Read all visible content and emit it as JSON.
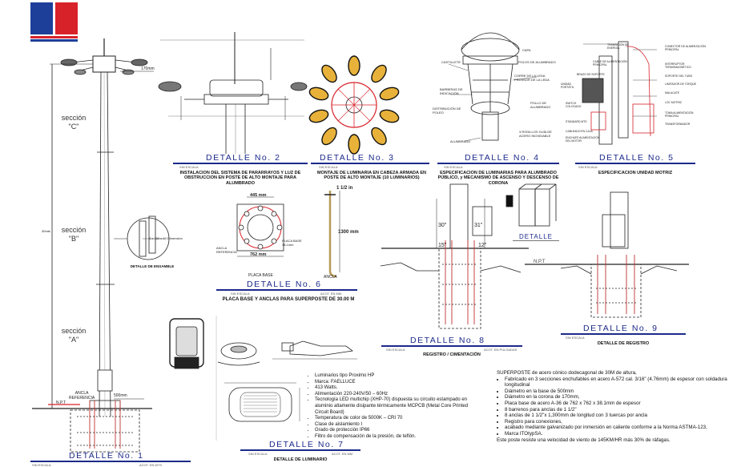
{
  "colors": {
    "brand_blue": "#1d3f9a",
    "brand_red": "#d8222a",
    "title_blue": "#1c2a8a",
    "line": "#222222",
    "lamp": "#e8b23a"
  },
  "sections": {
    "c": "sección\n\"C\"",
    "b": "sección\n\"B\"",
    "a": "sección\n\"A\""
  },
  "d1": {
    "title": "DETALLE No. 1",
    "height": "30mts",
    "dim_170": "170mm",
    "dim_500": "500mm",
    "anchor_ref": "ANCLA\nREFERENCIA",
    "npt": "N.P.T",
    "scale_l": "SIN ESCALA",
    "scale_r": "ACOT. EN MTS"
  },
  "ensamble": {
    "caption": "DETALLE DE ENSAMBLE",
    "note": "3 x 180 x 10 Dimensión"
  },
  "d2": {
    "title": "DETALLE No. 2",
    "caption": "INSTALACION DEL SISTEMA DE PARARRAYOS Y LUZ DE OBSTRUCCION EN POSTE DE ALTO MONTAJE PARA ALUMBRADO",
    "scale": "SIN ESCALA"
  },
  "d3": {
    "title": "DETALLE No. 3",
    "caption": "MONTAJE DE LUMINARIA EN CABEZA ARMADA EN POSTE DE ALTO MONTAJE (10 LUMINARIOS)",
    "scale": "SIN ESCALA"
  },
  "d4": {
    "title": "DETALLE No. 4",
    "caption": "ESPECIFICACION DE LUMINARIAS PARA ALUMBRADO PÚBLICO, y MECANISMO DE ASCENSO Y DESCENSO DE CORONA",
    "scale": "SIN ESCALA",
    "labels": [
      "CAPA",
      "POLOS DE ALUMBRADO",
      "CASTILLETE",
      "CORRE DE LA LEDA PRENSOR DE LA LEDA",
      "BARBERAS DE INDICACIÓN",
      "DISTRIBUCIÓN DE POLEO",
      "POLLO DE ALUMBRADO",
      "3 RODILLOS GUÍA DE ACERO INOXIDABLE",
      "ALUMBRADO"
    ]
  },
  "d5": {
    "title": "DETALLE No. 5",
    "caption": "ESPECIFICACION UNIDAD MOTRIZ",
    "scale": "SIN ESCALA",
    "labels": [
      "TRANSICIÓN DE ENERGÍA",
      "CONECTOR DE ALIMENTACIÓN PRINCIPAL",
      "CABLE DE ALIMENTACIÓN PRINCIPAL",
      "INTERRUPTOR TERMOMAGNÉTICO",
      "BRAZO DE SOPORTE",
      "SOPORTE DEL TUBO",
      "UNIDAD PORTÁTIL",
      "LIMITADOR DE TORQUE",
      "SWITCH COLOCADO",
      "MALACATE",
      "STANDARD MTS",
      "LOC MOTRIZ",
      "CABLEADO EN CAJA",
      "TOMA ALIMENTACIÓN PRINCIPAL",
      "ENCHUFE ALIMENTACIÓN DEL MOTOR",
      "TRANSFORMADOR"
    ]
  },
  "d6": {
    "title": "DETALLE No. 6",
    "caption": "PLACA BASE Y ANCLAS PARA SUPERPOSTE DE 30.00 M",
    "scale_l": "SIN ESCALA",
    "scale_r": "ACOT. EN MM",
    "dim_445": "445 mm",
    "dim_762": "762 mm",
    "dim_1300": "1300 mm",
    "dim_1in": "1 1/2 in",
    "placa": "PLACA BASE",
    "ancla": "ANCLA",
    "ancla_ref": "ANCLA REFERENCIA",
    "placa_base_side": "PLACA BASE 38.1mm"
  },
  "d7": {
    "title": "DETALLE No. 7",
    "caption": "DETALLE DE LUMINARIO",
    "scale_l": "SIN ESCALA",
    "scale_r": "ACOT. EN MM"
  },
  "d8": {
    "title": "DETALLE No. 8",
    "caption": "REGISTRO / CIMENTACIÓN",
    "scale_l": "SIN ESCALA",
    "scale_r": "ACOT. EN PULGADAS",
    "a30": "30\"",
    "a31": "31\"",
    "a15": "15\"",
    "a12": "12\""
  },
  "d9": {
    "title": "DETALLE No. 9",
    "caption": "DETALLE DE REGISTRO",
    "scale": "SIN ESCALA",
    "detalle": "DETALLE",
    "npt": "N.P.T"
  },
  "luminaire_specs": [
    "Luminarios tipo Proximo HP",
    "Marca: FAELLUCE",
    "413 Watts.",
    "Alimentación 220-240V/50 – 60Hz",
    "Tecnología LED multichip (XHP-70) dispuesta su circuito estampado en aluminio altamente disipante térmicamente MCPCB (Metal Core Printed Circuit Board)",
    "Temperatura de color de 5000K – CRI 70",
    "Clase de aislamiento I",
    "Grado de protección IP66",
    "Filtro de compensación de la presión, de teflón."
  ],
  "pole_specs": {
    "intro": "SUPERPOSTE de acero cónico dodecagonal de 30M de altura,",
    "items": [
      "Fabricado en 3 secciones enchufables en acero A-572 cal. 3/16\" (4.76mm) de espesor con soldadura longitudinal",
      "Diámetro en la base de 500mm",
      "Diámetro en la corona de 170mm,",
      "Placa base de acero A-36 de 762 x 762 x 38.1mm de espesor",
      "8 barrenos para anclas de 1 1/2\"",
      "8 anclas de 1 1/2\"x 1,300mm de longitud con 3 tuercas por ancla",
      "Registro para conexiones,",
      "acabado mediante galvanizado por inmersión en caliente conforme a la Norma ASTMA-123,",
      "Marca ITOtypSA."
    ],
    "outro": "Este poste resiste una velocidad de viento de 145KM/HR más 30% de ráfagas."
  }
}
